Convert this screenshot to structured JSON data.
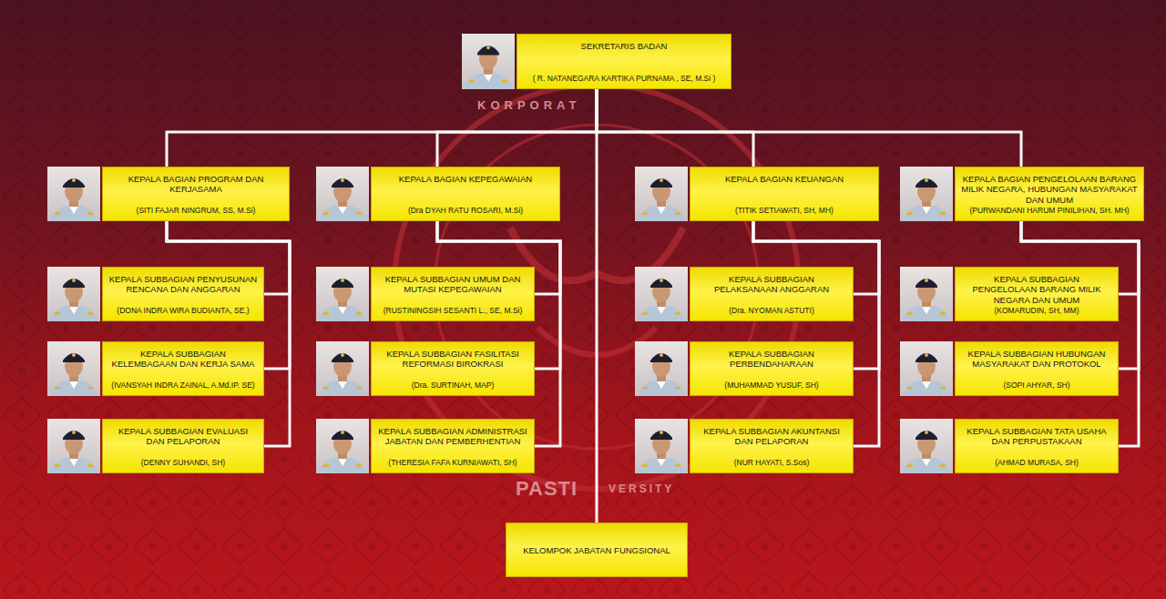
{
  "diagram": {
    "nodes": [
      {
        "text": [
          "SEKRETARIS BADAN",
          "( R. NATANEGARA KARTIKA PURNAMA , SE, M.Si )"
        ]
      },
      {
        "text": [
          "KEPALA BAGIAN PROGRAM DAN KERJASAMA",
          "(SITI FAJAR NINGRUM, SS, M.Si)"
        ]
      },
      {
        "text": [
          "KEPALA BAGIAN KEPEGAWAIAN",
          "(Dra DYAH RATU ROSARI, M.Si)"
        ]
      },
      {
        "text": [
          "KEPALA BAGIAN KEUANGAN",
          "(TITIK SETIAWATI, SH, MH)"
        ]
      },
      {
        "text": [
          "KEPALA BAGIAN PENGELOLAAN BARANG MILIK NEGARA, HUBUNGAN MASYARAKAT DAN UMUM",
          "(PURWANDANI HARUM PINILIHAN, SH. MH)"
        ]
      },
      {
        "text": [
          "KEPALA SUBBAGIAN PENYUSUNAN RENCANA DAN ANGGARAN",
          "(DONA INDRA WIRA BUDIANTA, SE.)"
        ]
      },
      {
        "text": [
          "KEPALA SUBBAGIAN KELEMBAGAAN DAN KERJA SAMA",
          "(IVANSYAH INDRA ZAINAL, A.Md.IP. SE)"
        ]
      },
      {
        "text": [
          "KEPALA SUBBAGIAN EVALUASI DAN PELAPORAN",
          "(DENNY SUHANDI, SH)"
        ]
      },
      {
        "text": [
          "KEPALA SUBBAGIAN UMUM DAN MUTASI KEPEGAWAIAN",
          "(RUSTININGSIH SESANTI L., SE, M.Si)"
        ]
      },
      {
        "text": [
          "KEPALA SUBBAGIAN FASILITASI REFORMASI BIROKRASI",
          "(Dra. SURTINAH, MAP)"
        ]
      },
      {
        "text": [
          "KEPALA SUBBAGIAN ADMINISTRASI JABATAN DAN PEMBERHENTIAN",
          "(THERESIA FAFA KURNIAWATI, SH)"
        ]
      },
      {
        "text": [
          "KEPALA SUBBAGIAN PELAKSANAAN ANGGARAN",
          "(Dra. NYOMAN ASTUTI)"
        ]
      },
      {
        "text": [
          "KEPALA SUBBAGIAN PERBENDAHARAAN",
          "(MUHAMMAD YUSUF, SH)"
        ]
      },
      {
        "text": [
          "KEPALA SUBBAGIAN AKUNTANSI DAN PELAPORAN",
          "(NUR HAYATI, S.Sos)"
        ]
      },
      {
        "text": [
          "KEPALA SUBBAGIAN PENGELOLAAN BARANG MILIK NEGARA DAN UMUM",
          "(KOMARUDIN, SH, MM)"
        ]
      },
      {
        "text": [
          "KEPALA SUBBAGIAN HUBUNGAN MASYARAKAT DAN PROTOKOL",
          "(SOPI AHYAR, SH)"
        ]
      },
      {
        "text": [
          "KEPALA SUBBAGIAN TATA USAHA DAN PERPUSTAKAAN",
          "(AHMAD MURASA, SH)"
        ]
      },
      {
        "text": [
          "KELOMPOK JABATAN FUNGSIONAL"
        ]
      }
    ],
    "edges": [
      {
        "from": 0,
        "to": 1,
        "arrow": "none"
      },
      {
        "from": 0,
        "to": 2,
        "arrow": "none"
      },
      {
        "from": 0,
        "to": 3,
        "arrow": "none"
      },
      {
        "from": 0,
        "to": 4,
        "arrow": "none"
      },
      {
        "from": 0,
        "to": 17,
        "arrow": "none"
      },
      {
        "from": 1,
        "to": 5,
        "arrow": "none"
      },
      {
        "from": 1,
        "to": 6,
        "arrow": "none"
      },
      {
        "from": 1,
        "to": 7,
        "arrow": "none"
      },
      {
        "from": 2,
        "to": 8,
        "arrow": "none"
      },
      {
        "from": 2,
        "to": 9,
        "arrow": "none"
      },
      {
        "from": 2,
        "to": 10,
        "arrow": "none"
      },
      {
        "from": 3,
        "to": 11,
        "arrow": "none"
      },
      {
        "from": 3,
        "to": 12,
        "arrow": "none"
      },
      {
        "from": 3,
        "to": 13,
        "arrow": "none"
      },
      {
        "from": 4,
        "to": 14,
        "arrow": "none"
      },
      {
        "from": 4,
        "to": 15,
        "arrow": "none"
      },
      {
        "from": 4,
        "to": 16,
        "arrow": "none"
      }
    ],
    "labels": [
      "KORPORAT",
      "PASTI",
      "VERSITY"
    ]
  }
}
